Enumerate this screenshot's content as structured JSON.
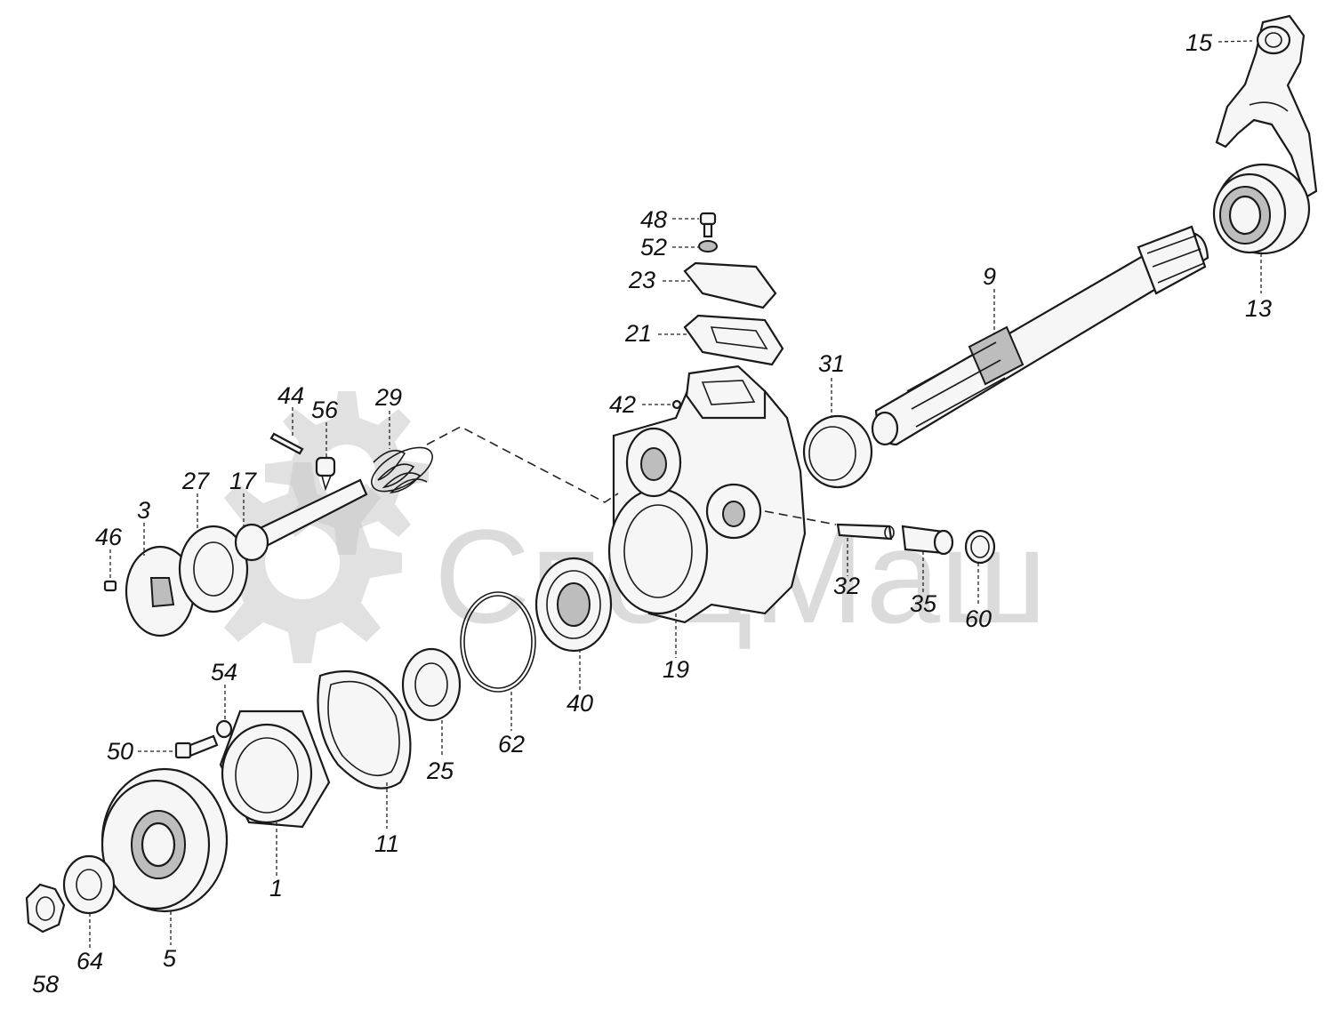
{
  "watermark": {
    "text": "СпецМаш"
  },
  "callouts": [
    "15",
    "13",
    "9",
    "48",
    "52",
    "23",
    "21",
    "31",
    "42",
    "44",
    "56",
    "29",
    "27",
    "17",
    "3",
    "46",
    "32",
    "35",
    "60",
    "19",
    "40",
    "62",
    "25",
    "54",
    "50",
    "11",
    "1",
    "5",
    "64",
    "58"
  ]
}
